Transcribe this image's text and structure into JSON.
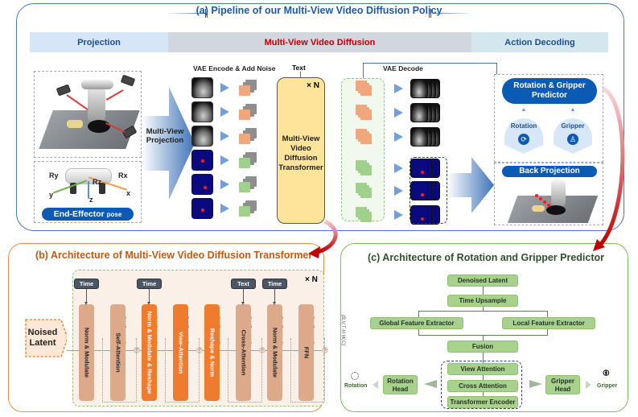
{
  "panel_a": {
    "title": "(a) Pipeline of our Multi-View Video Diffusion Policy",
    "bands": {
      "projection": "Projection",
      "diffusion": "Multi-View Video Diffusion",
      "decoding": "Action Decoding"
    },
    "projection": {
      "arrow_label_line1": "Multi-View",
      "arrow_label_line2": "Projection",
      "end_effector_label": "End-Effector",
      "end_effector_suffix": "pose",
      "axes": [
        "Ry",
        "y",
        "Rz",
        "z",
        "Rx",
        "x"
      ]
    },
    "encode_header": "VAE Encode & Add Noise",
    "text_label": "Text",
    "dit": {
      "repeat": "× N",
      "label_lines": [
        "Multi-View",
        "Video",
        "Diffusion",
        "Transformer"
      ]
    },
    "decode_header": "VAE Decode",
    "rgp": {
      "title_line1": "Rotation & Gripper",
      "title_line2": "Predictor",
      "rotation": "Rotation",
      "gripper": "Gripper"
    },
    "back_projection": "Back Projection"
  },
  "panel_b": {
    "title": "(b)  Architecture of Multi-View Video Diffusion Transformer",
    "repeat": "× N",
    "input_line1": "Noised",
    "input_line2": "Latent",
    "shape_label": "(B,V,T·H·W,C)",
    "blocks": [
      {
        "label": "Norm & Modulate",
        "style": "light",
        "cond": "Time"
      },
      {
        "label": "Self-Attention",
        "style": "light",
        "cond": null
      },
      {
        "label": "Norm & Modulate & Reshape",
        "style": "dark",
        "cond": "Time"
      },
      {
        "label": "View-Attention",
        "style": "dark",
        "cond": null
      },
      {
        "label": "Reshape & Norm",
        "style": "dark",
        "cond": null
      },
      {
        "label": "Cross-Attention",
        "style": "light",
        "cond": "Text"
      },
      {
        "label": "Norm & Modulate",
        "style": "light",
        "cond": "Time"
      },
      {
        "label": "FFN",
        "style": "light",
        "cond": null
      }
    ]
  },
  "panel_c": {
    "title": "(c)  Architecture of Rotation and Gripper Predictor",
    "denoised_latent": "Denoised Latent",
    "time_upsample": "Time  Upsample",
    "global_extractor": "Global Feature Extractor",
    "local_extractor": "Local Feature Extractor",
    "fusion": "Fusion",
    "view_attention": "View Attention",
    "cross_attention": "Cross Attention",
    "transformer_encoder": "Transformer Encoder",
    "rotation_head_line1": "Rotation",
    "rotation_head_line2": "Head",
    "gripper_head_line1": "Gripper",
    "gripper_head_line2": "Head",
    "rotation_output": "Rotation",
    "gripper_output": "Gripper"
  },
  "colors": {
    "panel_a_border": "#4a72c4",
    "panel_b_border": "#ed8b44",
    "panel_c_border": "#7cbb56",
    "accent_blue": "#0b5ab3",
    "accent_red": "#c00000",
    "block_light": "#dca98a",
    "block_dark": "#ee7b2e",
    "green_box": "#a9d18e"
  }
}
